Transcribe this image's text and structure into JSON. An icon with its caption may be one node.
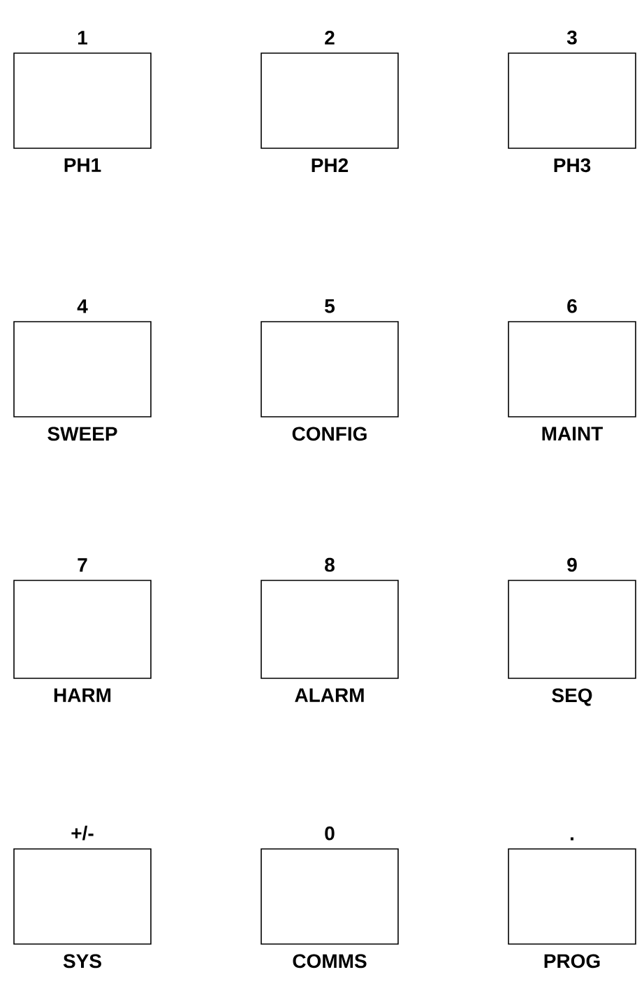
{
  "diagram": {
    "nodes": [
      {
        "text": [
          "1",
          "PH1"
        ]
      },
      {
        "text": [
          "2",
          "PH2"
        ]
      },
      {
        "text": [
          "3",
          "PH3"
        ]
      },
      {
        "text": [
          "4",
          "SWEEP"
        ]
      },
      {
        "text": [
          "5",
          "CONFIG"
        ]
      },
      {
        "text": [
          "6",
          "MAINT"
        ]
      },
      {
        "text": [
          "7",
          "HARM"
        ]
      },
      {
        "text": [
          "8",
          "ALARM"
        ]
      },
      {
        "text": [
          "9",
          "SEQ"
        ]
      },
      {
        "text": [
          "+/-",
          "SYS"
        ]
      },
      {
        "text": [
          "0",
          "COMMS"
        ]
      },
      {
        "text": [
          ".",
          "PROG"
        ]
      }
    ]
  }
}
